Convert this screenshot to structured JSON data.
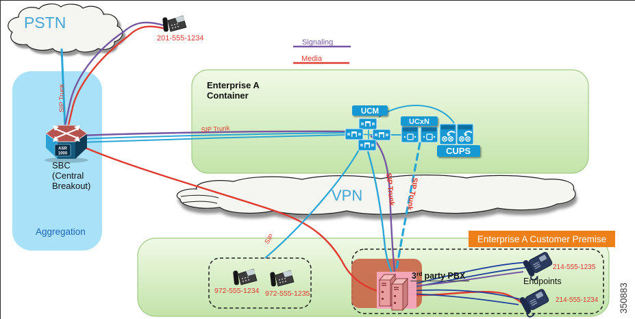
{
  "diagram": {
    "pstn_label": "PSTN",
    "vpn_label": "VPN",
    "figure_number": "350883",
    "legend": {
      "signaling": "Signaling",
      "media": "Media"
    },
    "top_phone_number": "201-555-1234",
    "aggregation": {
      "label": "Aggregation",
      "sbc_line1": "SBC",
      "sbc_line2": "(Central",
      "sbc_line3": "Breakout)",
      "asr_line1": "ASR",
      "asr_line2": "1000"
    },
    "enterprise_container": {
      "title_line1": "Enterprise A",
      "title_line2": "Container",
      "ucm_label": "UCM",
      "ucxn_label": "UCxN",
      "cups_label": "CUPS"
    },
    "trunk_labels": {
      "pstn_sbc": "SIP Trunk",
      "sbc_ucm": "SIP Trunk",
      "sip_to_phones": "SIP",
      "ucm_pbx": "SIP Trunk",
      "ucxn_pbx": "SIP Trunk"
    },
    "customer_premise": {
      "title": "Enterprise A Customer Premise",
      "pbx_num": "3",
      "pbx_sup": "rd",
      "pbx_rest": "party PBX",
      "endpoints_label": "Endpoints",
      "site_phone_1": "972-555-1234",
      "site_phone_2": "972-555-1235",
      "endpoint_phone_1": "214-555-1235",
      "endpoint_phone_2": "214-555-1234"
    },
    "colors": {
      "signaling": "#7456a3",
      "media": "#e0392e",
      "connection": "#2aa6d6",
      "endpoint_line": "#1e3f9e",
      "node_blue": "#1898d2",
      "premise_orange": "#ee8019",
      "cloud_text": "#45a5d5",
      "aggregation_text": "#1a64b8"
    }
  }
}
